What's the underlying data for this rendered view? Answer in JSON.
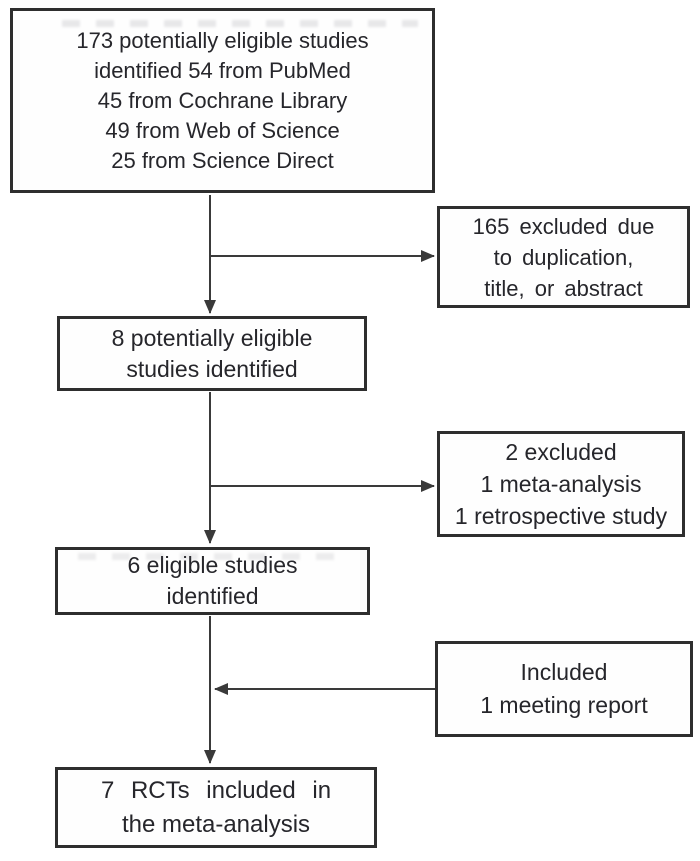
{
  "flowchart": {
    "background_color": "#ffffff",
    "box_border_color": "#2e2e2e",
    "text_color": "#26262b",
    "arrow_color": "#3a3a3a",
    "boxes": [
      {
        "id": "identified",
        "lines": [
          "173 potentially eligible studies",
          "identified 54 from PubMed",
          "45 from Cochrane Library",
          "49 from Web of Science",
          "25 from Science Direct"
        ]
      },
      {
        "id": "excluded-screening",
        "lines": [
          "165 excluded due",
          "to duplication,",
          "title, or abstract"
        ]
      },
      {
        "id": "eligible-8",
        "lines": [
          "8 potentially eligible",
          "studies identified"
        ]
      },
      {
        "id": "excluded-fulltext",
        "lines": [
          "2 excluded",
          "1 meta-analysis",
          "1 retrospective study"
        ]
      },
      {
        "id": "eligible-6",
        "lines": [
          "6 eligible studies",
          "identified"
        ]
      },
      {
        "id": "included-meeting",
        "lines": [
          "Included",
          "1 meeting report"
        ]
      },
      {
        "id": "final",
        "lines": [
          "7 RCTs included in",
          "the meta-analysis"
        ]
      }
    ],
    "edges": [
      {
        "from": "identified",
        "to": "eligible-8",
        "direction": "down"
      },
      {
        "from": "identified",
        "to": "excluded-screening",
        "direction": "right"
      },
      {
        "from": "eligible-8",
        "to": "eligible-6",
        "direction": "down"
      },
      {
        "from": "eligible-8",
        "to": "excluded-fulltext",
        "direction": "right"
      },
      {
        "from": "included-meeting",
        "to": "eligible-6-to-final-flow",
        "direction": "left"
      },
      {
        "from": "eligible-6",
        "to": "final",
        "direction": "down"
      }
    ]
  }
}
